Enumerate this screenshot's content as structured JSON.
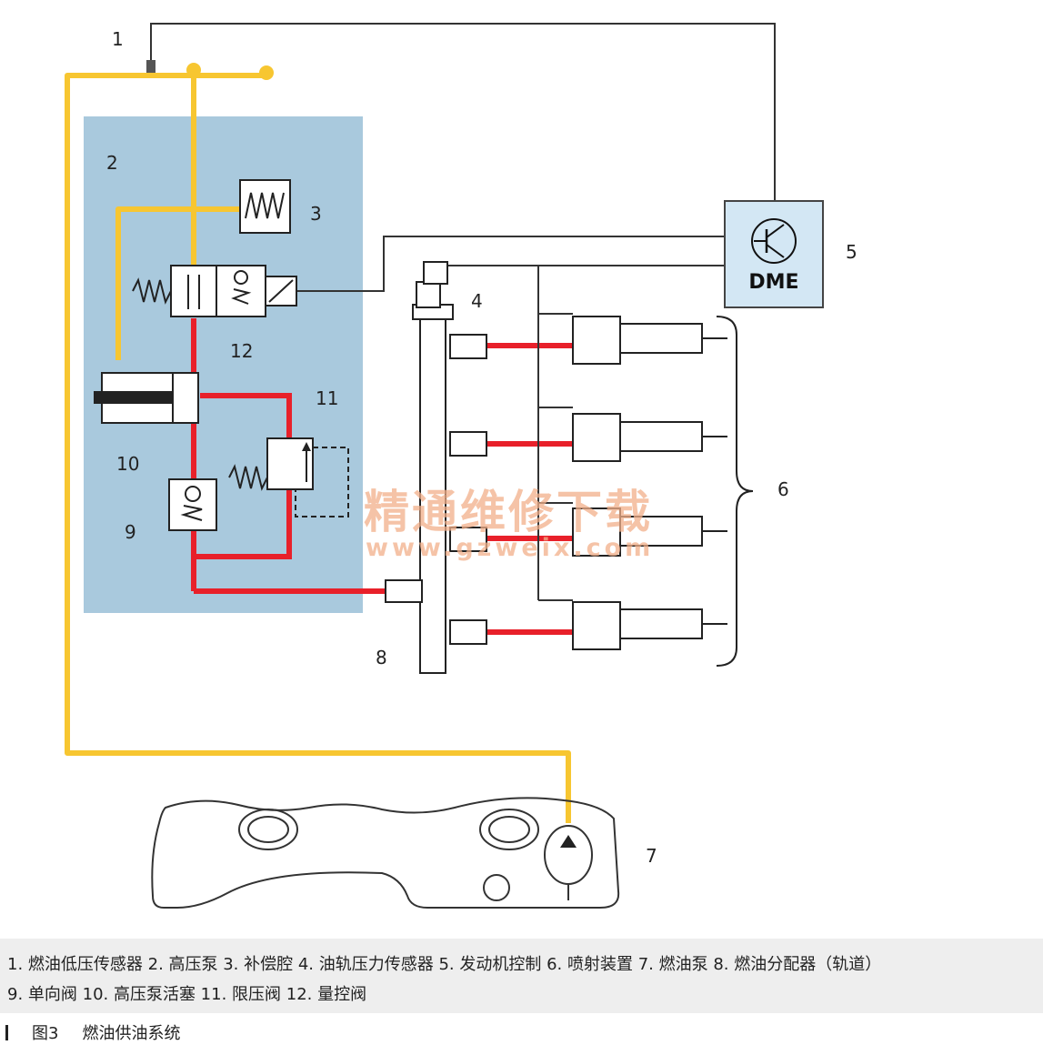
{
  "labels": {
    "n1": "1",
    "n2": "2",
    "n3": "3",
    "n4": "4",
    "n5": "5",
    "n6": "6",
    "n7": "7",
    "n8": "8",
    "n9": "9",
    "n10": "10",
    "n11": "11",
    "n12": "12"
  },
  "dme_label": "DME",
  "watermark": {
    "line1": "精通维修下载",
    "line2": "www.gzweix.com"
  },
  "legend": {
    "line1": "1. 燃油低压传感器 2. 高压泵 3. 补偿腔 4. 油轨压力传感器 5. 发动机控制 6. 喷射装置 7. 燃油泵 8. 燃油分配器（轨道）",
    "line2": "9. 单向阀 10. 高压泵活塞 11. 限压阀 12. 量控阀"
  },
  "caption": {
    "figure": "图3",
    "title": "燃油供油系统"
  },
  "colors": {
    "low_pressure_line": "#f7c631",
    "high_pressure_line": "#e8202a",
    "pump_panel": "#a9c9dd",
    "dme_box": "#d3e7f4",
    "signal_wire": "#333333"
  }
}
